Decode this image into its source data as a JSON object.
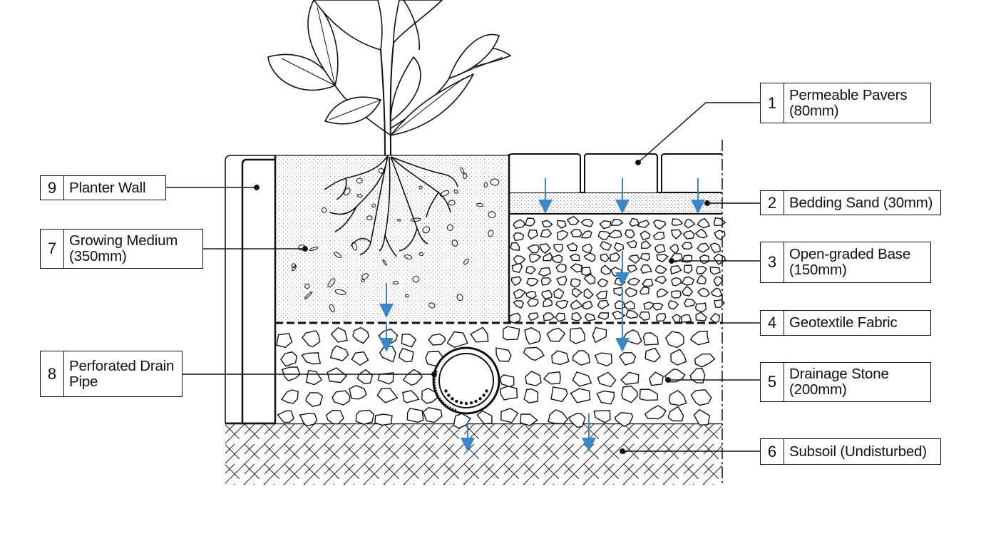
{
  "diagram": {
    "callouts": [
      {
        "num": "1",
        "label": "Permeable Pavers (80mm)"
      },
      {
        "num": "2",
        "label": "Bedding Sand (30mm)"
      },
      {
        "num": "3",
        "label": "Open-graded Base (150mm)"
      },
      {
        "num": "4",
        "label": "Geotextile Fabric"
      },
      {
        "num": "5",
        "label": "Drainage Stone (200mm)"
      },
      {
        "num": "6",
        "label": "Subsoil (Undisturbed)"
      },
      {
        "num": "7",
        "label": "Growing Medium (350mm)"
      },
      {
        "num": "8",
        "label": "Perforated Drain Pipe"
      },
      {
        "num": "9",
        "label": "Planter Wall"
      }
    ],
    "colors": {
      "line": "#111111",
      "water_arrow": "#3a86c8",
      "background": "#ffffff"
    }
  }
}
